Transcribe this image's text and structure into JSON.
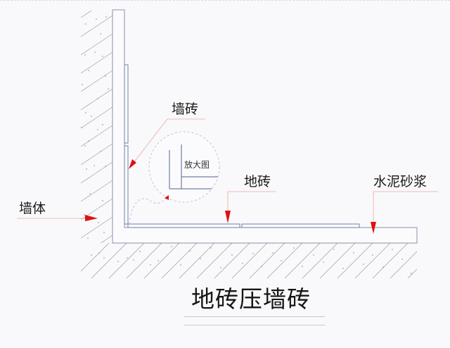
{
  "diagram": {
    "title": "地砖压墙砖",
    "labels": {
      "wall_tile": "墙砖",
      "floor_tile": "地砖",
      "cement_mortar": "水泥砂浆",
      "wall_body": "墙体",
      "magnified_view": "放大图"
    },
    "colors": {
      "background": "#f9f9fb",
      "outline": "#8a90a8",
      "tile_outline": "#6f7fa6",
      "hatch": "#9a9aa4",
      "leader_line": "#e6a8a0",
      "arrow": "#e01010",
      "dashed_callout": "#c4c4cc",
      "text": "#1a1a1a"
    },
    "components": [
      {
        "id": "wall_body",
        "name": "墙体",
        "type": "hatched concrete wall"
      },
      {
        "id": "wall_mortar",
        "name": "水泥砂浆",
        "type": "vertical mortar layer"
      },
      {
        "id": "wall_tiles",
        "name": "墙砖",
        "count": 2
      },
      {
        "id": "floor_mortar",
        "name": "水泥砂浆",
        "type": "horizontal mortar slab"
      },
      {
        "id": "floor_tiles",
        "name": "地砖",
        "count": 2
      },
      {
        "id": "floor_body",
        "type": "hatched concrete floor"
      },
      {
        "id": "magnifier",
        "name": "放大图",
        "type": "dashed circle callout"
      }
    ]
  }
}
